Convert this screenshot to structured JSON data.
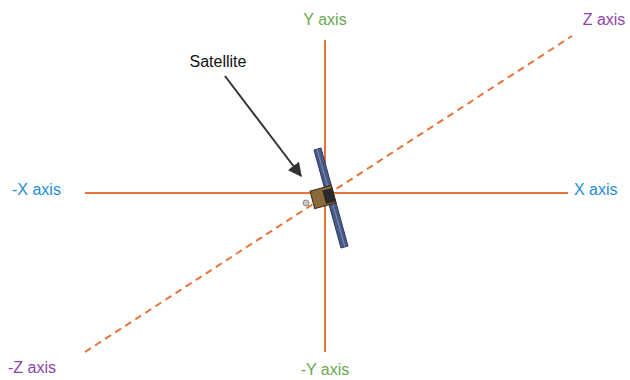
{
  "diagram": {
    "labels": [
      "Y axis",
      "Z axis",
      "Satellite",
      "-X axis",
      "X axis",
      "-Z axis",
      "-Y axis"
    ]
  }
}
